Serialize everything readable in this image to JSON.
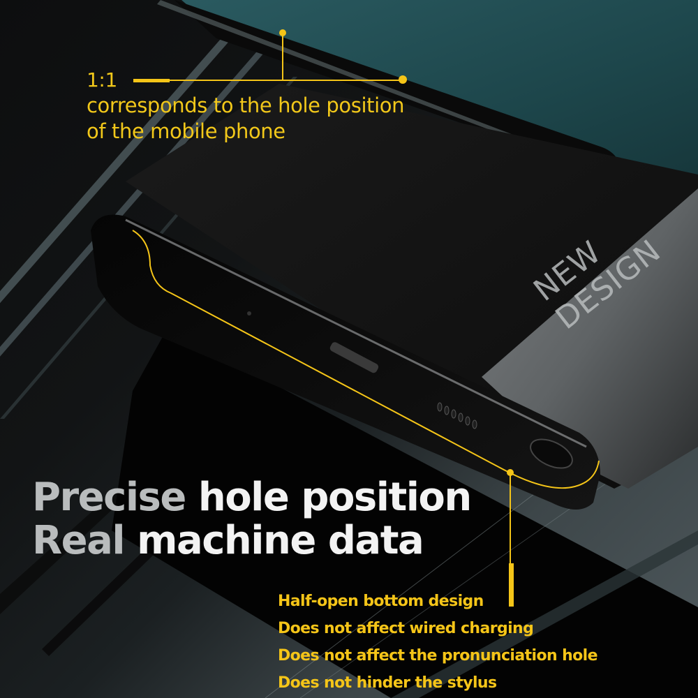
{
  "callout_top": {
    "ratio": "1:1",
    "line1": "corresponds to the hole position",
    "line2": "of the mobile phone"
  },
  "headline": {
    "line1_part1": "Precise ",
    "line1_part2": "hole position",
    "line2_part1": "Real ",
    "line2_part2": "machine data"
  },
  "features": [
    "Half-open bottom design",
    "Does not affect wired charging",
    "Does not affect the pronunciation hole",
    "Does not hinder the stylus"
  ],
  "case_label": "NEW DESIGN",
  "colors": {
    "accent_yellow": "#f5c518",
    "case_green": "#1f4a4f",
    "case_black": "#151515",
    "background_dark": "#0d0e0f",
    "background_gray": "#4f595d"
  }
}
